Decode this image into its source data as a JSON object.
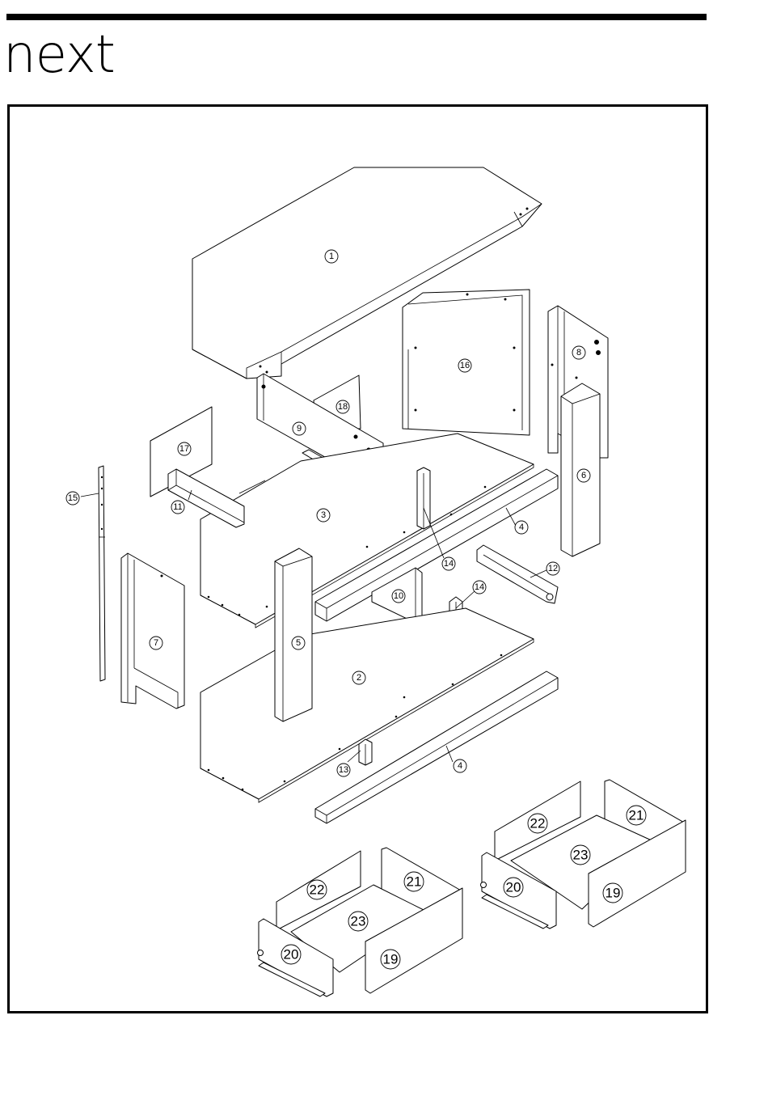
{
  "header": {
    "brand": "next"
  },
  "parts": [
    {
      "id": "p1",
      "label": "1"
    },
    {
      "id": "p2",
      "label": "2"
    },
    {
      "id": "p3",
      "label": "3"
    },
    {
      "id": "p4a",
      "label": "4"
    },
    {
      "id": "p4b",
      "label": "4"
    },
    {
      "id": "p5",
      "label": "5"
    },
    {
      "id": "p6",
      "label": "6"
    },
    {
      "id": "p7",
      "label": "7"
    },
    {
      "id": "p8",
      "label": "8"
    },
    {
      "id": "p9",
      "label": "9"
    },
    {
      "id": "p10",
      "label": "10"
    },
    {
      "id": "p11",
      "label": "11"
    },
    {
      "id": "p12",
      "label": "12"
    },
    {
      "id": "p13",
      "label": "13"
    },
    {
      "id": "p14a",
      "label": "14"
    },
    {
      "id": "p14b",
      "label": "14"
    },
    {
      "id": "p15",
      "label": "15"
    },
    {
      "id": "p16",
      "label": "16"
    },
    {
      "id": "p17",
      "label": "17"
    },
    {
      "id": "p18",
      "label": "18"
    },
    {
      "id": "p19a",
      "label": "19"
    },
    {
      "id": "p19b",
      "label": "19"
    },
    {
      "id": "p20a",
      "label": "20"
    },
    {
      "id": "p20b",
      "label": "20"
    },
    {
      "id": "p21a",
      "label": "21"
    },
    {
      "id": "p21b",
      "label": "21"
    },
    {
      "id": "p22a",
      "label": "22"
    },
    {
      "id": "p22b",
      "label": "22"
    },
    {
      "id": "p23a",
      "label": "23"
    },
    {
      "id": "p23b",
      "label": "23"
    }
  ]
}
